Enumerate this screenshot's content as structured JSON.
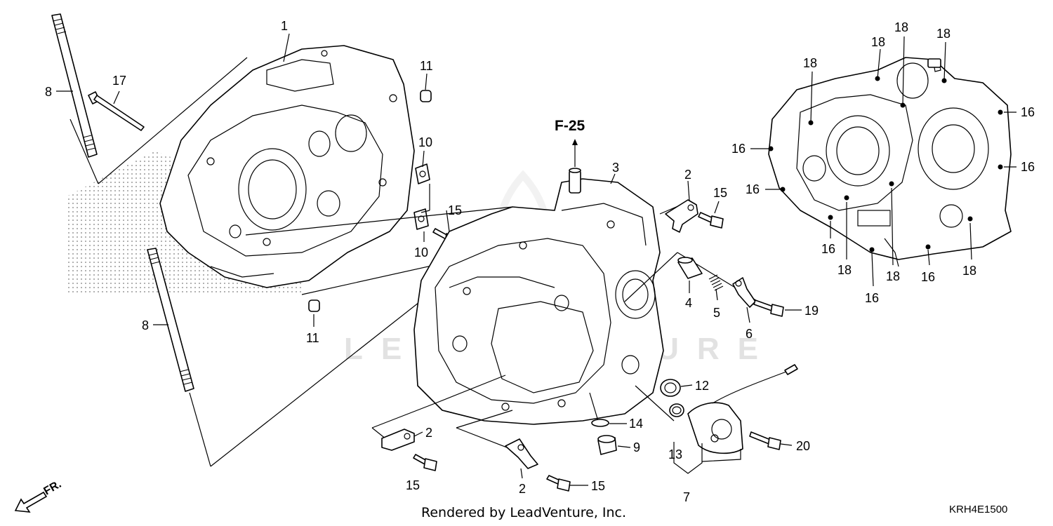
{
  "diagram": {
    "section_ref": "F-25",
    "footer_text": "Rendered by LeadVenture, Inc.",
    "diagram_code": "KRH4E1500",
    "front_indicator": "FR.",
    "watermark": "LEADVENTURE"
  },
  "callouts": {
    "c1": "1",
    "c2a": "2",
    "c2b": "2",
    "c2c": "2",
    "c3": "3",
    "c4": "4",
    "c5": "5",
    "c6": "6",
    "c7": "7",
    "c8a": "8",
    "c8b": "8",
    "c9": "9",
    "c10a": "10",
    "c10b": "10",
    "c11a": "11",
    "c11b": "11",
    "c12": "12",
    "c13": "13",
    "c14": "14",
    "c15a": "15",
    "c15b": "15",
    "c15c": "15",
    "c15d": "15",
    "c16a": "16",
    "c16b": "16",
    "c16c": "16",
    "c16d": "16",
    "c16e": "16",
    "c16f": "16",
    "c16g": "16",
    "c17": "17",
    "c18a": "18",
    "c18b": "18",
    "c18c": "18",
    "c18d": "18",
    "c18e": "18",
    "c18f": "18",
    "c18g": "18",
    "c19": "19",
    "c20": "20"
  }
}
